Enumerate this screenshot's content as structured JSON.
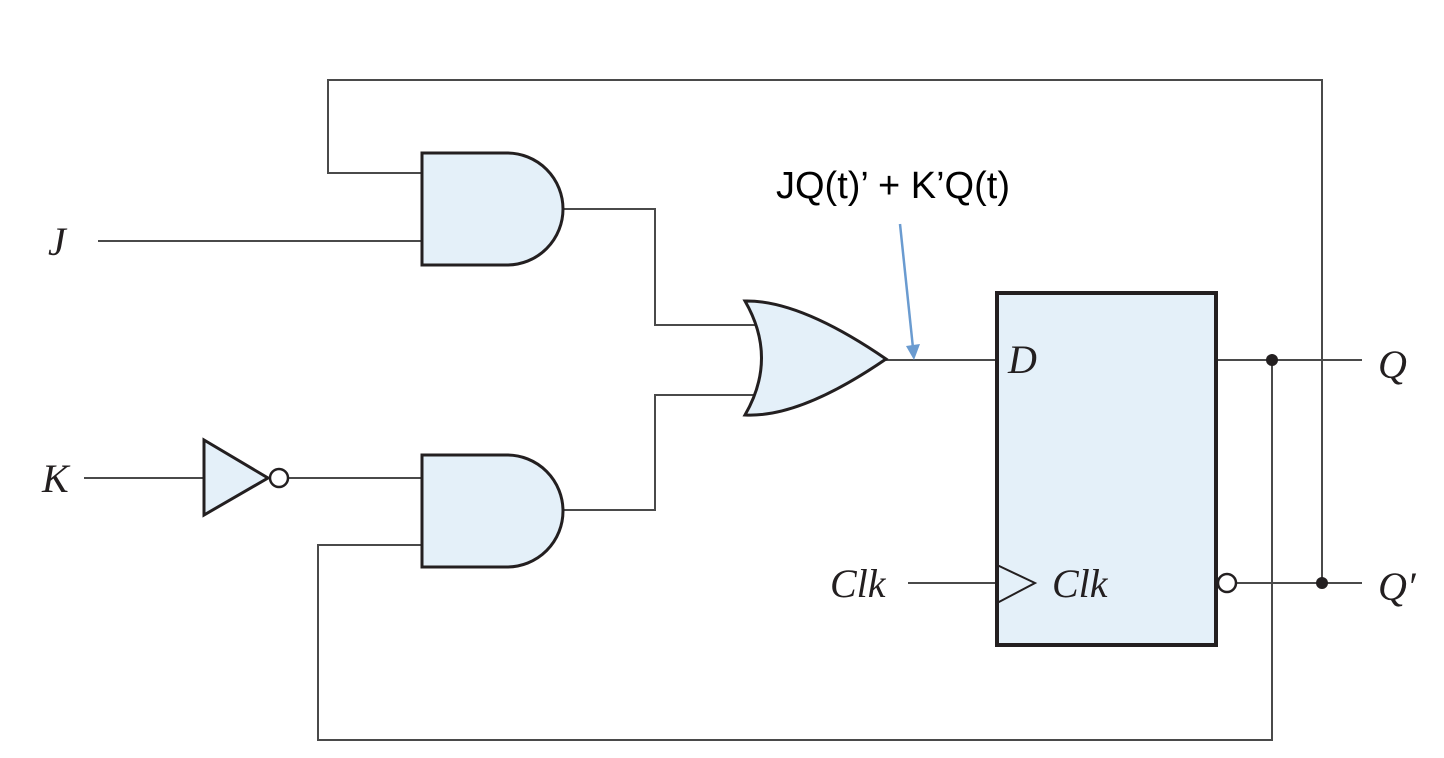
{
  "labels": {
    "input_j": "J",
    "input_k": "K",
    "clk_input": "Clk",
    "ff_d": "D",
    "ff_clk": "Clk",
    "output_q": "Q",
    "output_q_prime": "Q′"
  },
  "annotation": {
    "text": "JQ(t)’ + K’Q(t)",
    "arrow_color": "#6a9bd0"
  },
  "colors": {
    "gate_fill": "#e4f0f9",
    "outline": "#231f20",
    "wire": "#4a4a4a"
  }
}
